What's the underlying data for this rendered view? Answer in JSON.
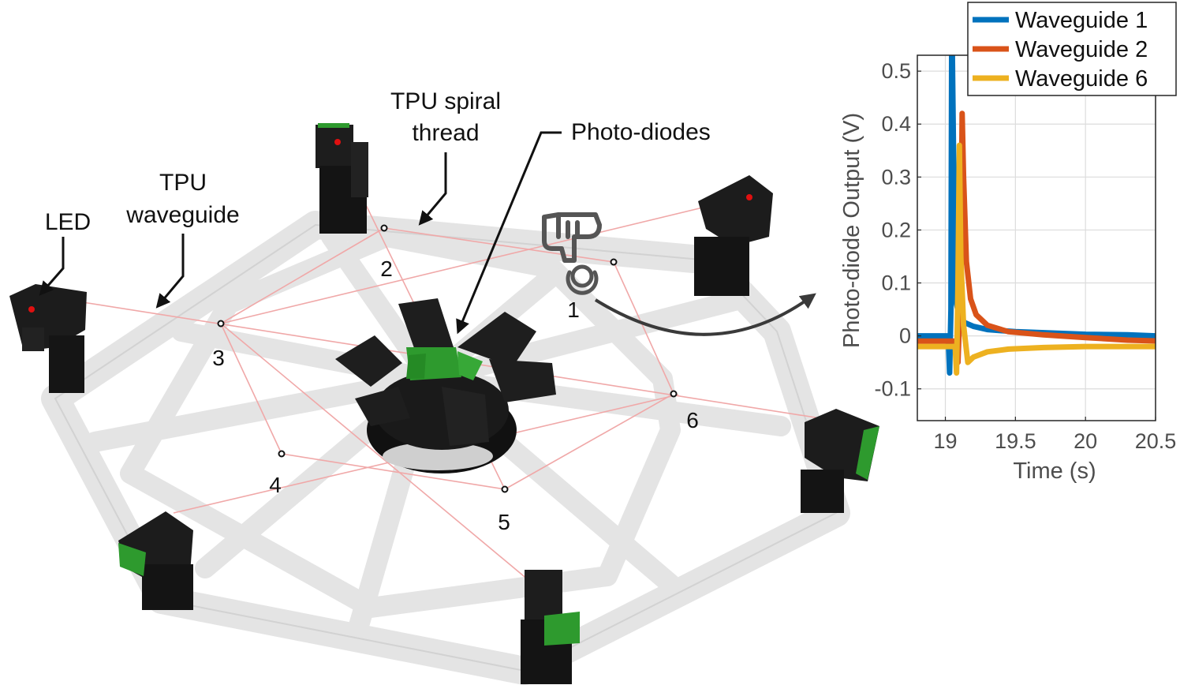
{
  "labels": {
    "led": "LED",
    "tpu_waveguide_1": "TPU",
    "tpu_waveguide_2": "waveguide",
    "tpu_spiral_1": "TPU spiral",
    "tpu_spiral_2": "thread",
    "photo_diodes": "Photo-diodes"
  },
  "nodes": [
    "1",
    "2",
    "3",
    "4",
    "5",
    "6"
  ],
  "icons": {
    "touch": "hand-pointer-touch-icon"
  },
  "colors": {
    "frame": "#e6e6e6",
    "module": "#1a1a1a",
    "sensor": "#2e9a2e",
    "fiber": "#f0a8a8",
    "led": "#e01010"
  },
  "chart_data": {
    "type": "line",
    "xlabel": "Time (s)",
    "ylabel": "Photo-diode Output (V)",
    "xlim": [
      18.8,
      20.5
    ],
    "ylim": [
      -0.16,
      0.53
    ],
    "xticks": [
      "19",
      "19.5",
      "20",
      "20.5"
    ],
    "yticks": [
      "-0.1",
      "0",
      "0.1",
      "0.2",
      "0.3",
      "0.4",
      "0.5"
    ],
    "grid": true,
    "legend_position": "top-right",
    "series": [
      {
        "name": "Waveguide 1",
        "color": "#0072bd",
        "x": [
          18.8,
          19.02,
          19.03,
          19.04,
          19.045,
          19.05,
          19.06,
          19.07,
          19.08,
          19.1,
          19.14,
          19.2,
          19.3,
          19.5,
          19.8,
          20.0,
          20.3,
          20.5
        ],
        "y": [
          0.0,
          0.0,
          -0.07,
          0.05,
          0.53,
          0.53,
          0.3,
          0.12,
          0.06,
          0.035,
          0.025,
          0.018,
          0.012,
          0.008,
          0.005,
          0.003,
          0.002,
          0.0
        ]
      },
      {
        "name": "Waveguide 2",
        "color": "#d95319",
        "x": [
          18.8,
          19.08,
          19.09,
          19.11,
          19.12,
          19.13,
          19.15,
          19.18,
          19.22,
          19.3,
          19.45,
          19.7,
          20.0,
          20.3,
          20.55
        ],
        "y": [
          -0.01,
          -0.01,
          -0.05,
          0.1,
          0.42,
          0.3,
          0.14,
          0.07,
          0.04,
          0.02,
          0.008,
          0.002,
          -0.003,
          -0.008,
          -0.01
        ]
      },
      {
        "name": "Waveguide 6",
        "color": "#edb120",
        "x": [
          18.8,
          19.07,
          19.08,
          19.09,
          19.1,
          19.11,
          19.13,
          19.16,
          19.2,
          19.3,
          19.45,
          19.7,
          20.0,
          20.3,
          20.55
        ],
        "y": [
          -0.02,
          -0.02,
          -0.07,
          0.1,
          0.36,
          0.15,
          0.02,
          -0.05,
          -0.04,
          -0.03,
          -0.025,
          -0.022,
          -0.02,
          -0.02,
          -0.02
        ]
      }
    ]
  }
}
